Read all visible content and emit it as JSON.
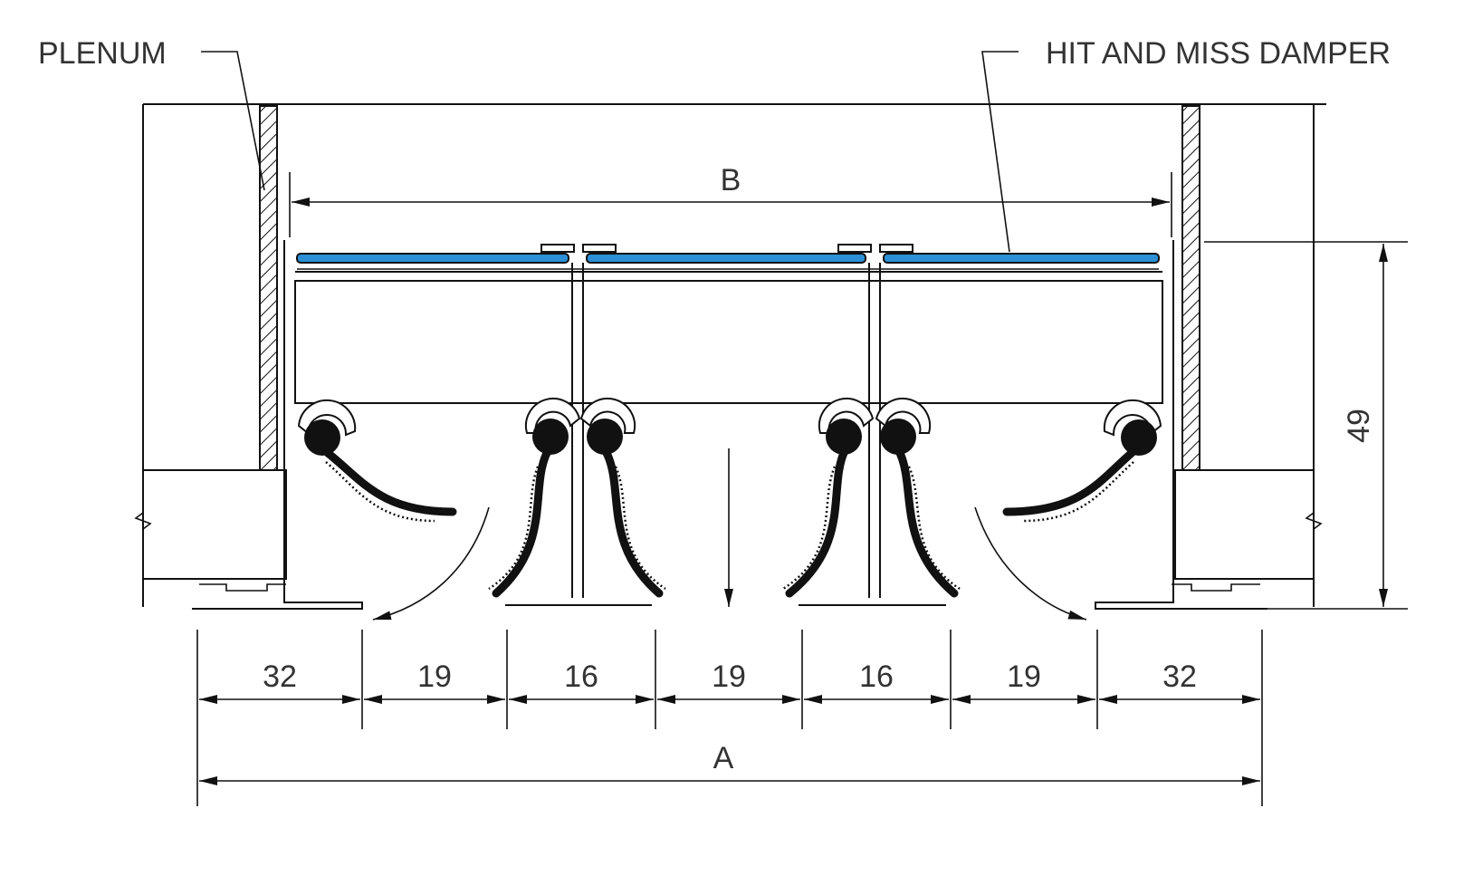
{
  "callouts": {
    "plenum": "PLENUM",
    "damper": "HIT AND MISS DAMPER"
  },
  "dimensions": {
    "overall_width_label": "A",
    "inner_width_label": "B",
    "height": "49",
    "segments": [
      "32",
      "19",
      "16",
      "19",
      "16",
      "19",
      "32"
    ]
  },
  "colors": {
    "damper_blade": "#2d8fd5",
    "linework": "#111111",
    "text": "#333333"
  }
}
